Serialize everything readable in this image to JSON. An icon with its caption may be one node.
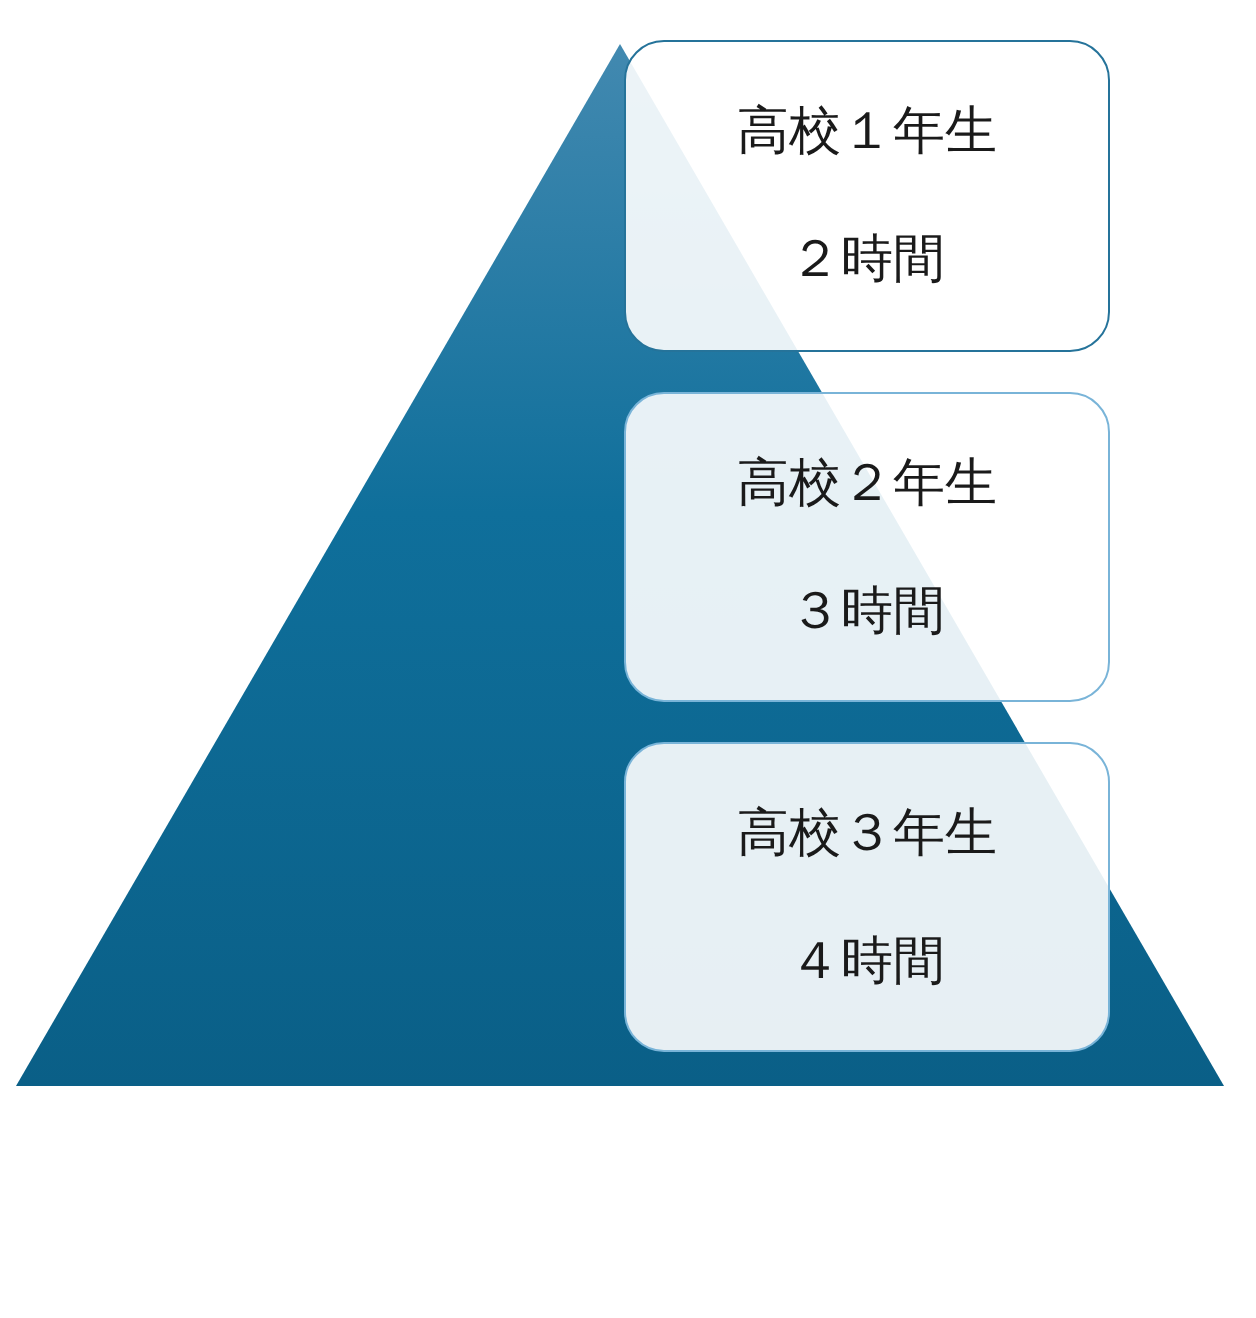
{
  "diagram": {
    "nodes": [
      {
        "text": [
          "高校１年生",
          "２時間"
        ]
      },
      {
        "text": [
          "高校２年生",
          "３時間"
        ]
      },
      {
        "text": [
          "高校３年生",
          "４時間"
        ]
      }
    ]
  }
}
